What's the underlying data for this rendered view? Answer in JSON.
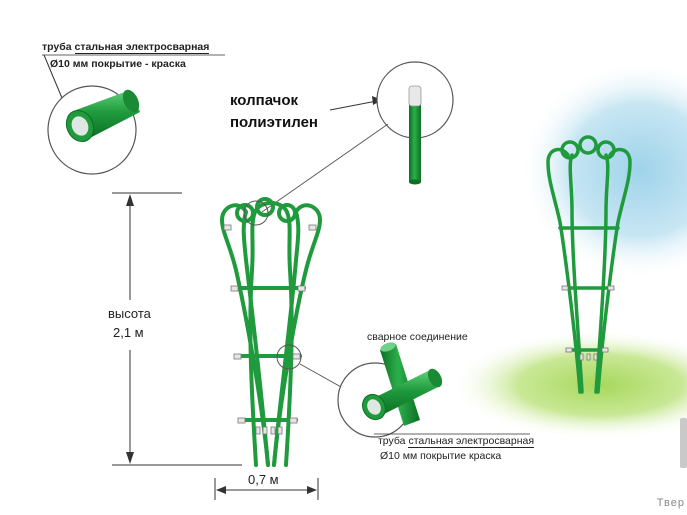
{
  "labels": {
    "pipe_top_line1_a": "труба",
    "pipe_top_line1_b": "стальная электросварная",
    "pipe_top_line2": "Ø10 мм покрытие - краска",
    "cap_line1": "колпачок",
    "cap_line2": "полиэтилен",
    "height_line1": "высота",
    "height_line2": "2,1 м",
    "width": "0,7 м",
    "weld": "сварное соединение",
    "pipe_bottom_line1_a": "труба",
    "pipe_bottom_line1_b": "стальная электросварная",
    "pipe_bottom_line2": "Ø10 мм покрытие краска",
    "watermark": "Твер"
  },
  "colors": {
    "green": "#1f9a3c",
    "green_dark": "#0d6e26",
    "green_light": "#4cc466",
    "pipe_inner": "#dfe7e2",
    "lawn": "#b9e07a",
    "sky": "#9fd3ea",
    "line": "#333333"
  }
}
